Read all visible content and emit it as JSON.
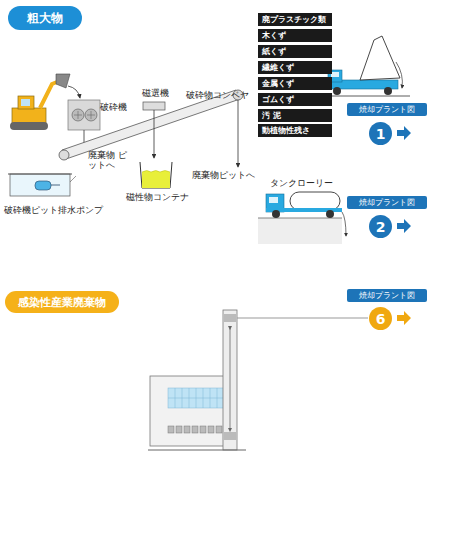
{
  "diagram": {
    "nodes": [
      {
        "text": [
          "粗大物"
        ]
      },
      {
        "text": [
          "廃プラスチック類"
        ]
      },
      {
        "text": [
          "木くず"
        ]
      },
      {
        "text": [
          "紙くず"
        ]
      },
      {
        "text": [
          "繊維くず"
        ]
      },
      {
        "text": [
          "金属くず"
        ]
      },
      {
        "text": [
          "ゴムくず"
        ]
      },
      {
        "text": [
          "汚 泥"
        ]
      },
      {
        "text": [
          "動植物性残さ"
        ]
      },
      {
        "text": [
          "焼却プラント図"
        ]
      },
      {
        "text": [
          "1"
        ]
      },
      {
        "text": [
          "焼却プラント図"
        ]
      },
      {
        "text": [
          "2"
        ]
      },
      {
        "text": [
          "感染性産業廃棄物"
        ]
      },
      {
        "text": [
          "焼却プラント図"
        ]
      },
      {
        "text": [
          "6"
        ]
      }
    ],
    "labels": [
      "破砕機",
      "磁選機",
      "破砕物コンベヤ",
      "廃棄物 ピットへ",
      "廃棄物ピットへ",
      "破砕機ピット排水ポンプ",
      "磁性物コンテナ",
      "タンクローリー"
    ]
  }
}
